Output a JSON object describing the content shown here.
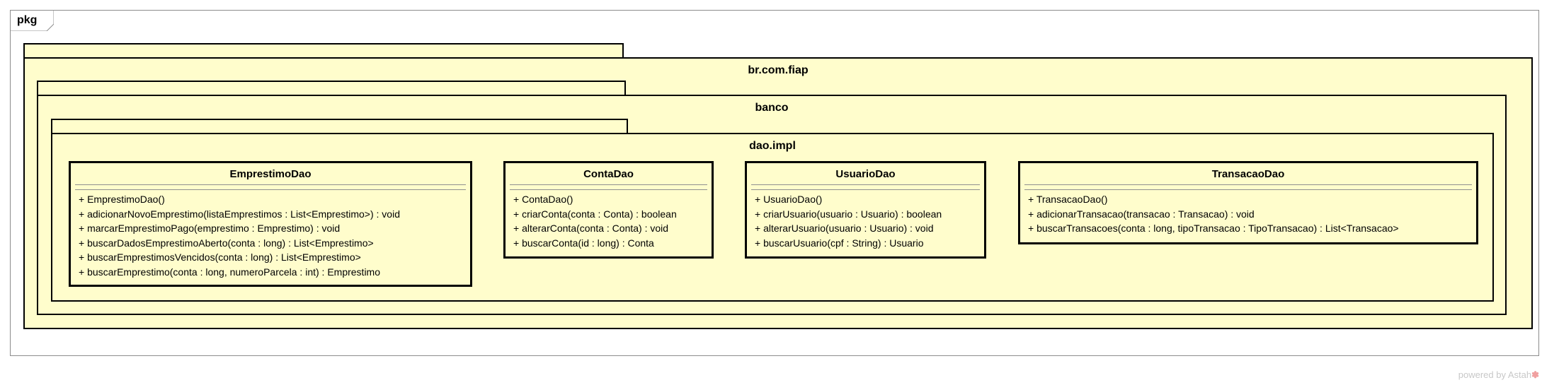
{
  "frame": {
    "label": "pkg"
  },
  "packages": {
    "outer": {
      "name": "br.com.fiap"
    },
    "middle": {
      "name": "banco"
    },
    "inner": {
      "name": "dao.impl"
    }
  },
  "classes": [
    {
      "name": "EmprestimoDao",
      "operations": [
        "+ EmprestimoDao()",
        "+ adicionarNovoEmprestimo(listaEmprestimos : List<Emprestimo>) : void",
        "+ marcarEmprestimoPago(emprestimo : Emprestimo) : void",
        "+ buscarDadosEmprestimoAberto(conta : long) : List<Emprestimo>",
        "+ buscarEmprestimosVencidos(conta : long) : List<Emprestimo>",
        "+ buscarEmprestimo(conta : long, numeroParcela : int) : Emprestimo"
      ]
    },
    {
      "name": "ContaDao",
      "operations": [
        "+ ContaDao()",
        "+ criarConta(conta : Conta) : boolean",
        "+ alterarConta(conta : Conta) : void",
        "+ buscarConta(id : long) : Conta"
      ]
    },
    {
      "name": "UsuarioDao",
      "operations": [
        "+ UsuarioDao()",
        "+ criarUsuario(usuario : Usuario) : boolean",
        "+ alterarUsuario(usuario : Usuario) : void",
        "+ buscarUsuario(cpf : String) : Usuario"
      ]
    },
    {
      "name": "TransacaoDao",
      "operations": [
        "+ TransacaoDao()",
        "+ adicionarTransacao(transacao : Transacao) : void",
        "+ buscarTransacoes(conta : long, tipoTransacao : TipoTransacao) : List<Transacao>"
      ]
    }
  ],
  "footer": {
    "text": "powered by Astah",
    "mark": "✽"
  },
  "colors": {
    "fill": "#fffdcc",
    "stroke": "#000000",
    "frame": "#8c8c8c"
  }
}
